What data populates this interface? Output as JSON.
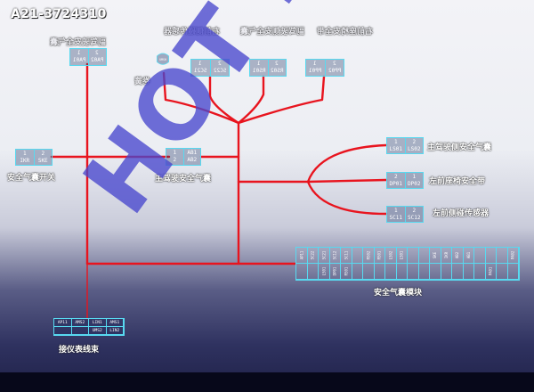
{
  "header": {
    "doc_id": "A21-3724310"
  },
  "components": {
    "passenger_airbag": {
      "label": "副驾驶安全气囊",
      "pins": [
        [
          "1",
          "PA01"
        ],
        [
          "2",
          "PA02"
        ]
      ]
    },
    "right_side_sensor": {
      "label": "右前侧碰传感器"
    },
    "driver_side_airbag_top": {
      "label": "副驾驶侧安全气囊"
    },
    "right_seatbelt": {
      "label": "右前座椅安全带"
    },
    "clock_spring": {
      "label": "卷簧",
      "pins_text": "UMSH"
    },
    "sc_conn": {
      "pins": [
        [
          "1",
          "SC21"
        ],
        [
          "2",
          "SC22"
        ]
      ]
    },
    "rs_conn": {
      "pins": [
        [
          "1",
          "RS01"
        ],
        [
          "2",
          "RS02"
        ]
      ]
    },
    "pp_conn": {
      "pins": [
        [
          "1",
          "PP01"
        ],
        [
          "2",
          "PP02"
        ]
      ]
    },
    "airbag_switch": {
      "label": "安全气囊开关",
      "pins": [
        [
          "1",
          "IKR"
        ],
        [
          "2",
          "SKE"
        ]
      ]
    },
    "driver_airbag": {
      "label": "主驾驶安全气囊",
      "pins": [
        [
          "1",
          "AB1"
        ],
        [
          "2",
          "AB2"
        ]
      ]
    },
    "left_side_airbag": {
      "label": "主驾驶侧安全气囊",
      "pins": [
        [
          "1",
          "LS01"
        ],
        [
          "2",
          "LS02"
        ]
      ]
    },
    "left_seatbelt": {
      "label": "左前座椅安全带",
      "pins": [
        [
          "2",
          "DP01"
        ],
        [
          "1",
          "DP02"
        ]
      ]
    },
    "left_side_sensor": {
      "label": "左前侧碰传感器",
      "pins": [
        [
          "1",
          "SC11"
        ],
        [
          "2",
          "SC12"
        ]
      ]
    },
    "airbag_module": {
      "label": "安全气囊模块",
      "top_pins": [
        "AP11",
        "SC22",
        "SC21",
        "SC12",
        "SC11",
        "",
        "RS02",
        "RS01",
        "LS02",
        "LS01",
        "",
        "",
        "SKE",
        "IKR",
        "AB2",
        "AB1",
        "",
        "",
        "",
        "PA02"
      ],
      "bottom_pins": [
        "",
        "",
        "LS01",
        "DP01",
        "RS01",
        "",
        "",
        "",
        "",
        "",
        "",
        "",
        "",
        "",
        "",
        "",
        "",
        "PA01",
        "",
        ""
      ]
    },
    "ip_harness": {
      "label": "接仪表线束",
      "cells": [
        "AP11",
        "AMS2",
        "LIN1",
        "AMS1",
        "",
        "",
        "UMS2",
        "LIN2"
      ]
    }
  },
  "watermark": {
    "text": "HOT PARTS"
  },
  "colors": {
    "wire": "#e8141e",
    "connector": "#58d9f0",
    "watermark": "#4846cd"
  }
}
